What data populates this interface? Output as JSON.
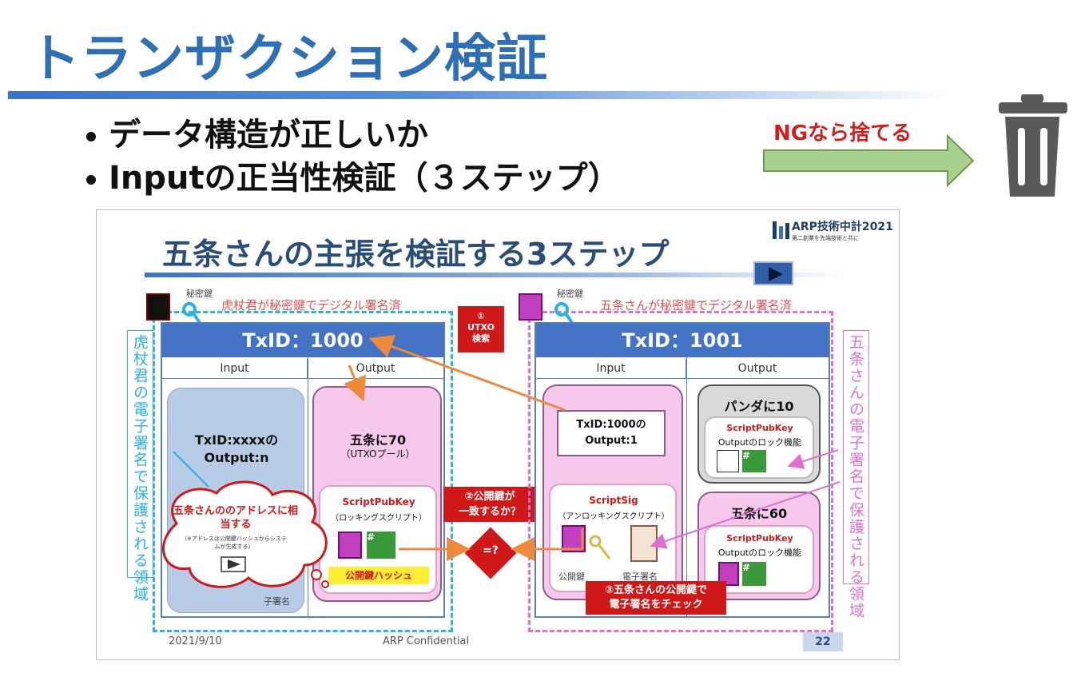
{
  "header": {
    "title": "トランザクション検証",
    "bullets": [
      "データ構造が正しいか",
      "Inputの正当性検証（３ステップ）"
    ],
    "ng_label": "NGなら捨てる"
  },
  "slide": {
    "title": "五条さんの主張を検証する3ステップ",
    "logo_text": "ARP技術中計2021",
    "logo_sub": "第二創業を先端技術と共に",
    "date": "2021/9/10",
    "confidential": "ARP Confidential",
    "page_number": "22",
    "left": {
      "secret_key_label": "秘密鍵",
      "caption": "虎杖君が秘密鍵でデジタル署名済",
      "txid": "TxID：1000",
      "input_label": "Input",
      "output_label": "Output",
      "input_text": "TxID:xxxxの\nOutput:n",
      "output_text": "五条に70",
      "output_sub": "（UTXOプール）",
      "scriptpubkey": "ScriptPubKey",
      "scriptpubkey_sub": "（ロッキングスクリプト）",
      "hash_label": "公開鍵ハッシュ",
      "vertical_text": "虎杖君の電子署名で保護される領域",
      "partial_sig": "子署名"
    },
    "cloud": {
      "title": "五条さんののアドレスに相当する",
      "note": "（※アドレスは公開鍵ハッシュからシステムが生成する）"
    },
    "middle": {
      "utxo_num": "①",
      "utxo_text": "UTXO\n検索",
      "pubkey_match": "②公開鍵が\n一致するか？",
      "equal_check": "=?"
    },
    "right": {
      "secret_key_label": "秘密鍵",
      "caption": "五条さんが秘密鍵でデジタル署名済",
      "txid": "TxID：1001",
      "input_label": "Input",
      "output_label": "Output",
      "input_ref": "TxID:1000の\nOutput:1",
      "scriptsig": "ScriptSig",
      "scriptsig_sub": "（アンロッキングスクリプト）",
      "pubkey_label": "公開鍵",
      "signature_label": "電子署名",
      "out1_title": "パンダに10",
      "out2_title": "五条に60",
      "out_script": "ScriptPubKey",
      "out_lock": "Outputのロック機能",
      "vertical_text": "五条さんの電子署名で保護される領域",
      "check_text": "③五条さんの公開鍵で\n電子署名をチェック"
    }
  },
  "colors": {
    "title_blue": "#2f6fb5",
    "tx_header": "#4472c4",
    "alert_red": "#d01818",
    "arrow_green": "#a9d18e",
    "trash_gray": "#595959",
    "arrow_orange": "#ed8a3c"
  },
  "icons": {
    "trash": "trash-can-icon",
    "arrow": "right-arrow-icon",
    "person": "person-silhouette-icon",
    "key": "key-icon"
  }
}
